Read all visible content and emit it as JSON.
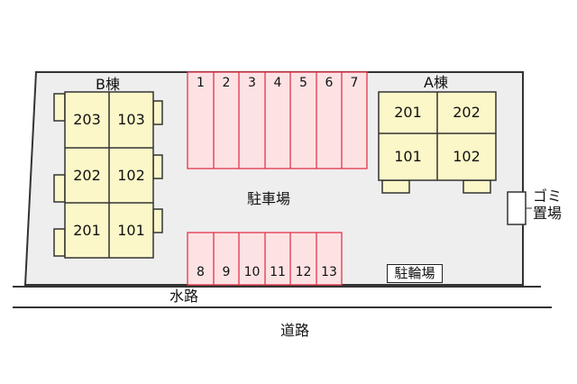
{
  "colors": {
    "site_fill": "#eeeeee",
    "site_border": "#333333",
    "building_fill": "#fbf7c8",
    "parking_fill": "#fde2e4",
    "parking_border": "#e2374a",
    "line": "#333333"
  },
  "buildings": {
    "B": {
      "label": "B棟",
      "units": [
        "203",
        "103",
        "202",
        "102",
        "201",
        "101"
      ]
    },
    "A": {
      "label": "A棟",
      "units": [
        "201",
        "202",
        "101",
        "102"
      ]
    }
  },
  "parking": {
    "label": "駐車場",
    "top_row": [
      "1",
      "2",
      "3",
      "4",
      "5",
      "6",
      "7"
    ],
    "bottom_row": [
      "8",
      "9",
      "10",
      "11",
      "12",
      "13"
    ]
  },
  "bicycle_parking": "駐輪場",
  "garbage": {
    "line1": "ゴミ",
    "line2": "置場"
  },
  "waterway": "水路",
  "road": "道路"
}
